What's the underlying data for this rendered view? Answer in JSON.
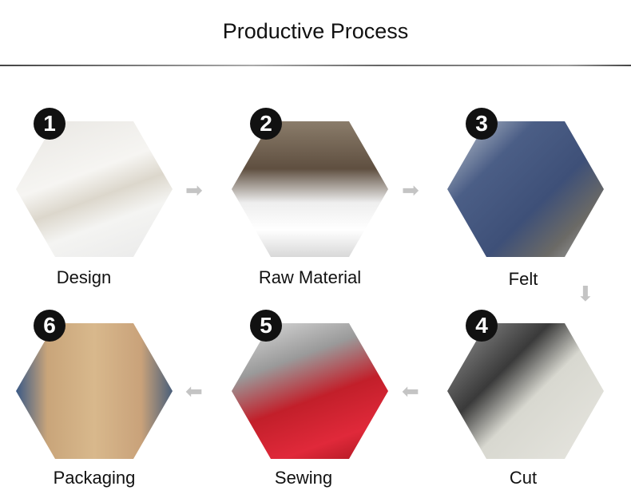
{
  "title": "Productive Process",
  "steps": [
    {
      "number": "1",
      "label": "Design"
    },
    {
      "number": "2",
      "label": "Raw Material"
    },
    {
      "number": "3",
      "label": "Felt"
    },
    {
      "number": "4",
      "label": "Cut"
    },
    {
      "number": "5",
      "label": "Sewing"
    },
    {
      "number": "6",
      "label": "Packaging"
    }
  ],
  "arrows": {
    "right": "➡",
    "down": "⬇",
    "left": "⬅"
  }
}
